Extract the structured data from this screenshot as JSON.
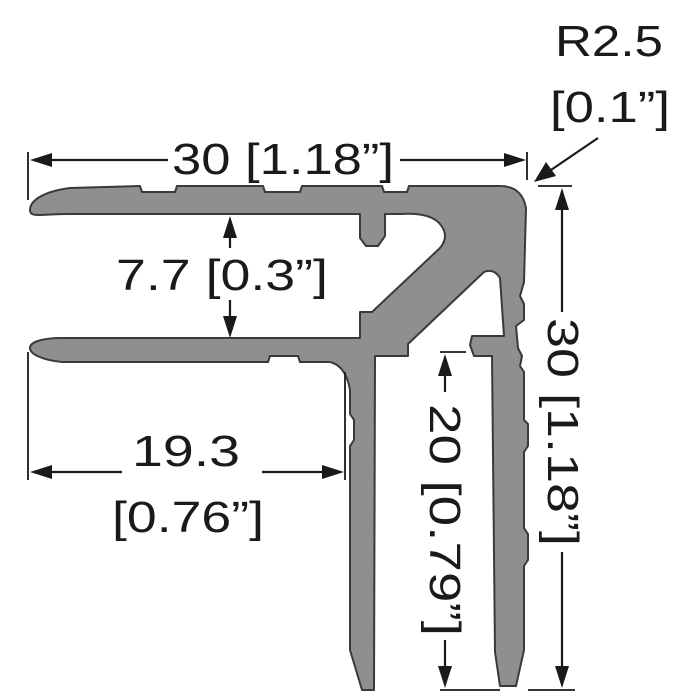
{
  "drawing": {
    "profile_color": "#8f8f8f",
    "line_color": "#1a1a1a",
    "dimensions": {
      "top_width": {
        "value": "30",
        "imperial": "[1.18”]"
      },
      "radius": {
        "value": "R2.5",
        "imperial": "[0.1”]"
      },
      "gap_height": {
        "value": "7.7",
        "imperial": "[0.3”]"
      },
      "lower_width": {
        "value": "19.3",
        "imperial": "[0.76”]"
      },
      "leg_height": {
        "value": "20",
        "imperial": "[0.79”]"
      },
      "total_height": {
        "value": "30",
        "imperial": "[1.18”]"
      }
    }
  }
}
